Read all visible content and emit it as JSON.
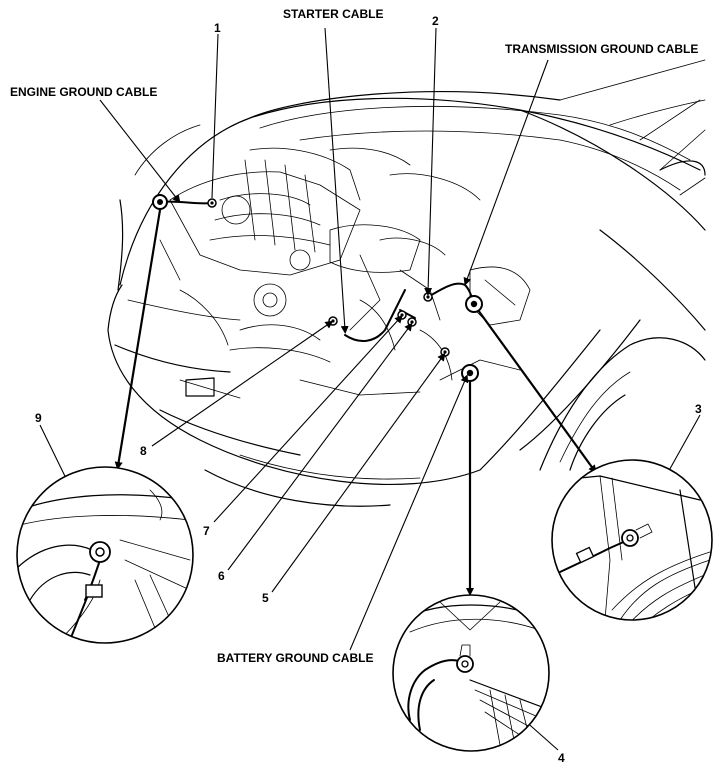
{
  "labels": {
    "starter_cable": "STARTER CABLE",
    "engine_ground_cable": "ENGINE GROUND CABLE",
    "transmission_ground_cable": "TRANSMISSION GROUND CABLE",
    "battery_ground_cable": "BATTERY GROUND CABLE"
  },
  "numbers": {
    "n1": "1",
    "n2": "2",
    "n3": "3",
    "n4": "4",
    "n5": "5",
    "n6": "6",
    "n7": "7",
    "n8": "8",
    "n9": "9"
  }
}
